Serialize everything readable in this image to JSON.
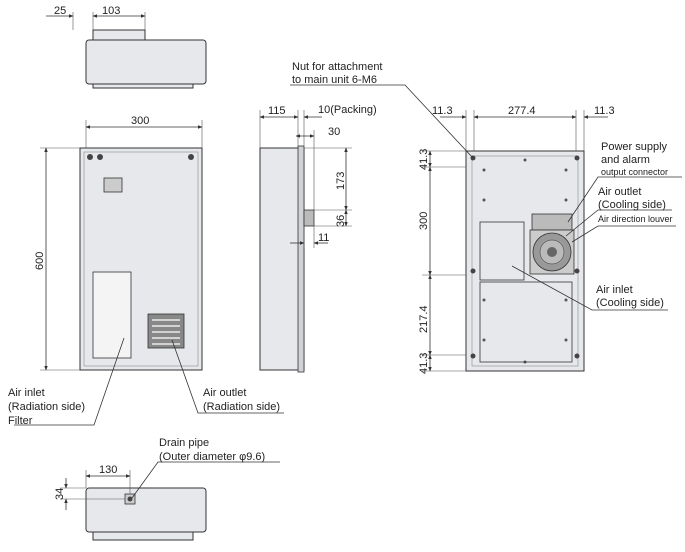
{
  "dimensions": {
    "top_25": "25",
    "top_103": "103",
    "front_width": "300",
    "front_height": "600",
    "side_115": "115",
    "side_packing": "10(Packing)",
    "side_30": "30",
    "side_173": "173",
    "side_36": "36",
    "side_11": "11",
    "back_11_3_left": "11.3",
    "back_277_4": "277.4",
    "back_11_3_right": "11.3",
    "back_41_3_top": "41.3",
    "back_300": "300",
    "back_217_4": "217.4",
    "back_41_3_bottom": "41.3",
    "bottom_130": "130",
    "bottom_34": "34"
  },
  "labels": {
    "nut_line1": "Nut for attachment",
    "nut_line2": "to main unit 6-M6",
    "power_line1": "Power supply",
    "power_line2": "and alarm",
    "power_line3": "output connector",
    "outlet_cool_line1": "Air outlet",
    "outlet_cool_line2": "(Cooling side)",
    "louver": "Air direction louver",
    "inlet_cool_line1": "Air inlet",
    "inlet_cool_line2": "(Cooling side)",
    "inlet_rad_line1": "Air inlet",
    "inlet_rad_line2": "(Radiation side)",
    "inlet_rad_line3": "Filter",
    "outlet_rad_line1": "Air outlet",
    "outlet_rad_line2": "(Radiation side)",
    "drain_line1": "Drain pipe",
    "drain_line2": "(Outer diameter φ9.6)"
  }
}
